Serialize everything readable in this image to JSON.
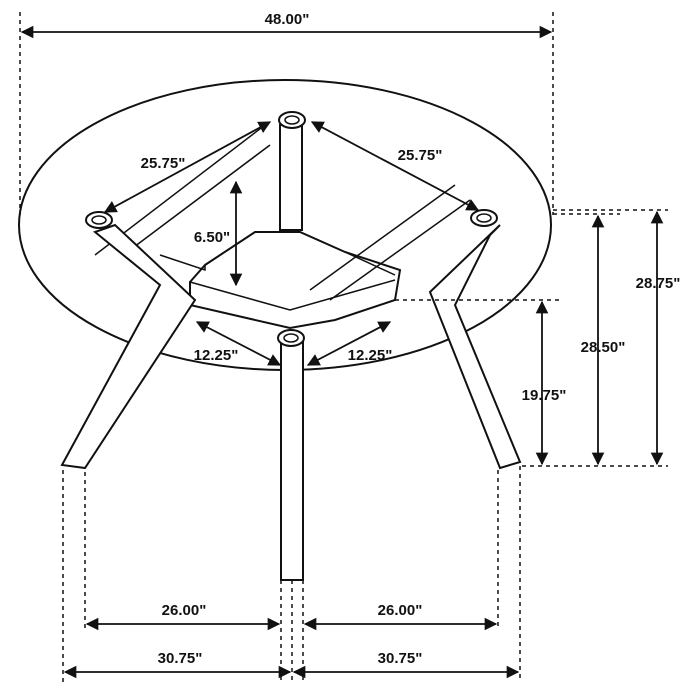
{
  "drawing": {
    "dimensions": {
      "overall_width": "48.00\"",
      "top_diag_left": "25.75\"",
      "top_diag_right": "25.75\"",
      "apron_depth": "6.50\"",
      "inner_left": "12.25\"",
      "inner_right": "12.25\"",
      "height_overall": "28.75\"",
      "height_under_top": "28.50\"",
      "height_apron": "19.75\"",
      "foot_inner_left": "26.00\"",
      "foot_inner_right": "26.00\"",
      "foot_outer_left": "30.75\"",
      "foot_outer_right": "30.75\""
    }
  }
}
